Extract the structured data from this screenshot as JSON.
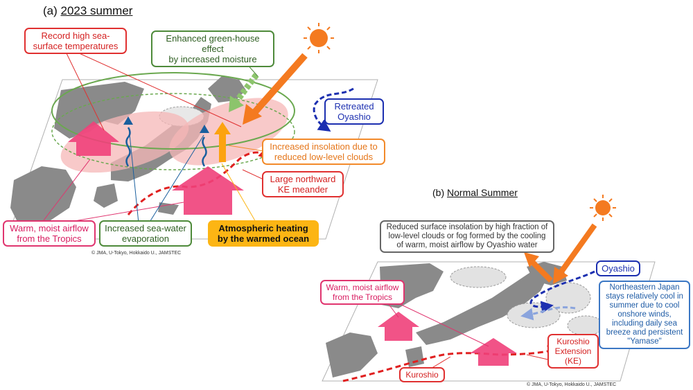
{
  "panel_a": {
    "prefix": "(a)",
    "title": "2023 summer",
    "labels": {
      "record_high_sst": "Record high sea-\nsurface temperatures",
      "greenhouse": "Enhanced green-house effect\nby increased moisture",
      "retreated_oyashio": "Retreated\nOyashio",
      "insolation": "Increased insolation due to\nreduced low-level clouds",
      "ke_meander": "Large northward\nKE meander",
      "warm_airflow": "Warm, moist airflow\nfrom the Tropics",
      "evaporation": "Increased sea-water\nevaporation",
      "atm_heating": "Atmospheric heating\nby the warmed ocean"
    },
    "credit": "© JMA, U-Tokyo, Hokkaido U., JAMSTEC"
  },
  "panel_b": {
    "prefix": "(b)",
    "title": "Normal  Summer",
    "labels": {
      "reduced_insolation": "Reduced surface insolation by high fraction of\nlow-level clouds or fog formed by the cooling\nof warm, moist airflow by Oyashio water",
      "oyashio": "Oyashio",
      "northeastern": "Northeastern Japan\nstays relatively cool in\nsummer due to cool\nonshore winds,\nincluding daily sea\nbreeze and persistent\n\"Yamase\"",
      "warm_airflow": "Warm, moist airflow\nfrom the Tropics",
      "kuroshio_extension": "Kuroshio\nExtension\n(KE)",
      "kuroshio": "Kuroshio"
    },
    "credit": "© JMA, U-Tokyo, Hokkaido U., JAMSTEC"
  },
  "colors": {
    "sun": "#f47a20",
    "red_arrow": "#e02020",
    "pink_arrow": "#f0407a",
    "blue_arrow": "#1c2fb0",
    "land": "#8a8a8a"
  }
}
